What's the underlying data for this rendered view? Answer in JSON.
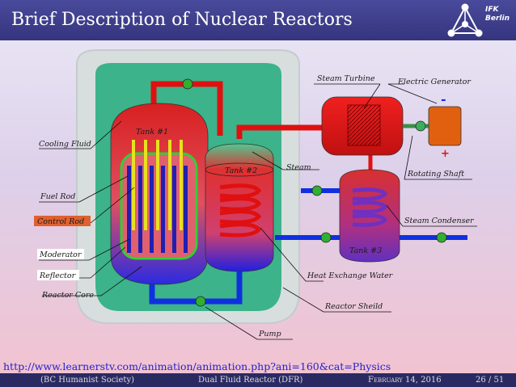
{
  "header": {
    "title": "Brief Description of Nuclear Reactors",
    "logo_text_1": "IFK",
    "logo_text_2": "Berlin",
    "logo_icon": "triangle-network-logo-icon"
  },
  "labels": {
    "tank1": "Tank #1",
    "tank2": "Tank #2",
    "tank3": "Tank #3",
    "steam_turbine": "Steam Turbine",
    "electric_generator": "Electric Generator",
    "cooling_fluid": "Cooling Fluid",
    "steam": "Steam",
    "fuel_rod": "Fuel Rod",
    "control_rod": "Control Rod",
    "moderator": "Moderator",
    "reflector": "Reflector",
    "reactor_core": "Reactor Core",
    "rotating_shaft": "Rotating Shaft",
    "steam_condenser": "Steam Condenser",
    "heat_exchange_water": "Heat Exchange Water",
    "reactor_sheild": "Reactor Sheild",
    "pump": "Pump",
    "minus": "-",
    "plus": "+"
  },
  "source_url": "http://www.learnerstv.com/animation/animation.php?ani=160&cat=Physics",
  "footer": {
    "author": "(BC Humanist Society)",
    "talk": "Dual Fluid Reactor (DFR)",
    "date": "February 14, 2016",
    "page": "26 / 51"
  },
  "colors": {
    "header_bg": "#3a3a88",
    "hot_water": "#e01010",
    "cold_water": "#1030e0",
    "reactor_pool": "#3cb38a",
    "fuel_rod": "#2020b0",
    "control_rod": "#e8e020",
    "reflector": "#30d030",
    "generator": "#e06010"
  }
}
